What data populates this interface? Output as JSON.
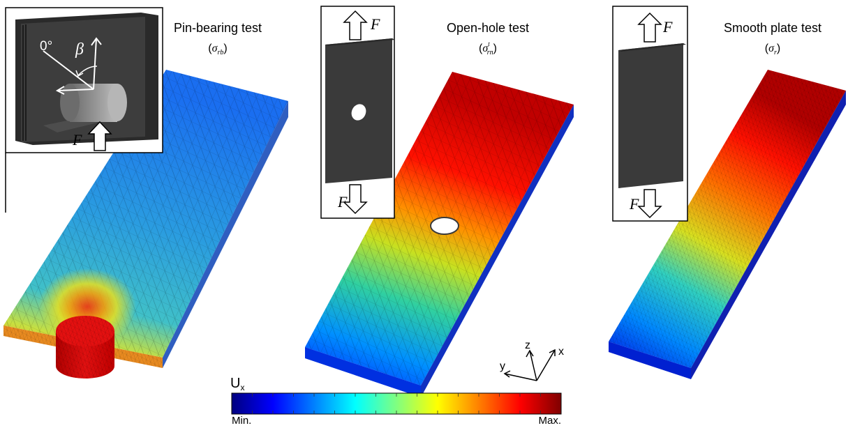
{
  "tests": [
    {
      "title": "Pin-bearing test",
      "symbol": "σ",
      "subscript": "rb",
      "superscript": ""
    },
    {
      "title": "Open-hole test",
      "symbol": "σ",
      "subscript": "rn",
      "superscript": "t"
    },
    {
      "title": "Smooth plate test",
      "symbol": "σ",
      "subscript": "r",
      "superscript": ""
    }
  ],
  "inset": {
    "angle_zero": "0°",
    "angle_beta": "β",
    "force": "F"
  },
  "colorbar": {
    "label": "U",
    "label_sub": "x",
    "min_label": "Min.",
    "max_label": "Max.",
    "stops": [
      "#00007f",
      "#0000ff",
      "#0080ff",
      "#00ffff",
      "#80ff80",
      "#ffff00",
      "#ff8000",
      "#ff0000",
      "#7f0000"
    ]
  },
  "axes": {
    "x": "x",
    "y": "y",
    "z": "z"
  }
}
